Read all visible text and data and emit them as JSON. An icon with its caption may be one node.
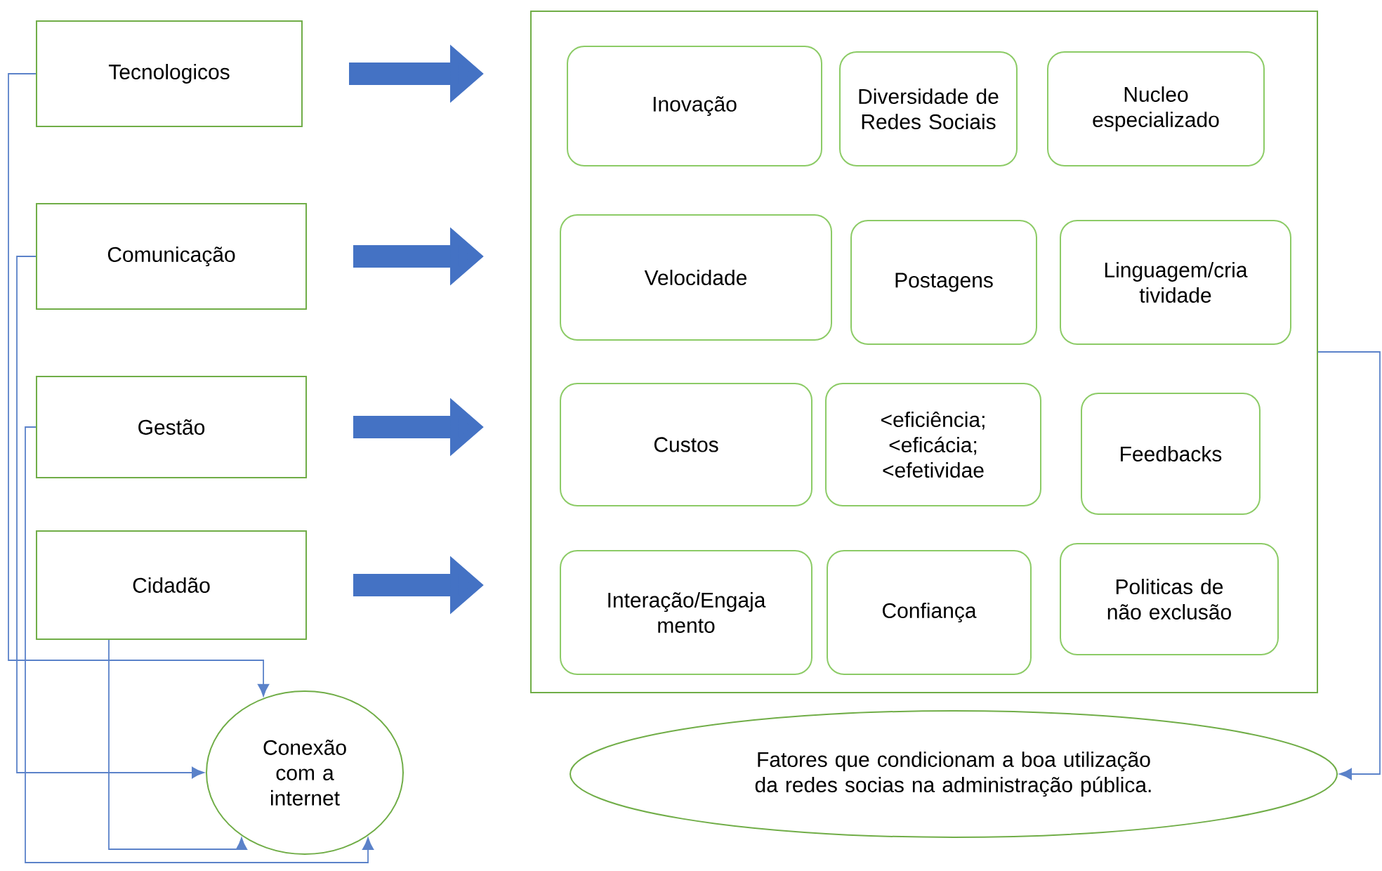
{
  "diagram": {
    "nodes": [
      {
        "text": [
          "Tecnologicos"
        ]
      },
      {
        "text": [
          "Comunicação"
        ]
      },
      {
        "text": [
          "Gestão"
        ]
      },
      {
        "text": [
          "Cidadão"
        ]
      },
      {
        "text": [],
        "shape": "box"
      },
      {
        "text": [
          "Inovação"
        ],
        "in": 4
      },
      {
        "text": [
          "Diversidade de Redes Sociais"
        ],
        "in": 4
      },
      {
        "text": [
          "Nucleo especializado"
        ],
        "in": 4
      },
      {
        "text": [
          "Velocidade"
        ],
        "in": 4
      },
      {
        "text": [
          "Postagens"
        ],
        "in": 4
      },
      {
        "text": [
          "Linguagem/cria tividade"
        ],
        "in": 4
      },
      {
        "text": [
          "Custos"
        ],
        "in": 4
      },
      {
        "text": [
          "<eficiência; <eficácia; <efetividae"
        ],
        "in": 4
      },
      {
        "text": [
          "Feedbacks"
        ],
        "in": 4
      },
      {
        "text": [
          "Interação/Engaja mento"
        ],
        "in": 4
      },
      {
        "text": [
          "Confiança"
        ],
        "in": 4
      },
      {
        "text": [
          "Politicas de não exclusão"
        ],
        "in": 4
      },
      {
        "text": [
          "Conexão com a internet"
        ]
      },
      {
        "text": [
          "Fatores que condicionam a boa utilização da redes socias na administração pública."
        ]
      }
    ],
    "edges": [
      {
        "from": 0,
        "to": 4,
        "arrow": "to",
        "style": "thick",
        "color": "#4472c4"
      },
      {
        "from": 1,
        "to": 4,
        "arrow": "to",
        "style": "thick",
        "color": "#4472c4"
      },
      {
        "from": 2,
        "to": 4,
        "arrow": "to",
        "style": "thick",
        "color": "#4472c4"
      },
      {
        "from": 3,
        "to": 4,
        "arrow": "to",
        "style": "thick",
        "color": "#4472c4"
      },
      {
        "from": 0,
        "to": 17,
        "arrow": "to"
      },
      {
        "from": 1,
        "to": 17,
        "arrow": "to"
      },
      {
        "from": 2,
        "to": 17,
        "arrow": "to"
      },
      {
        "from": 3,
        "to": 17,
        "arrow": "to"
      },
      {
        "from": 4,
        "to": 18,
        "arrow": "to"
      }
    ]
  }
}
